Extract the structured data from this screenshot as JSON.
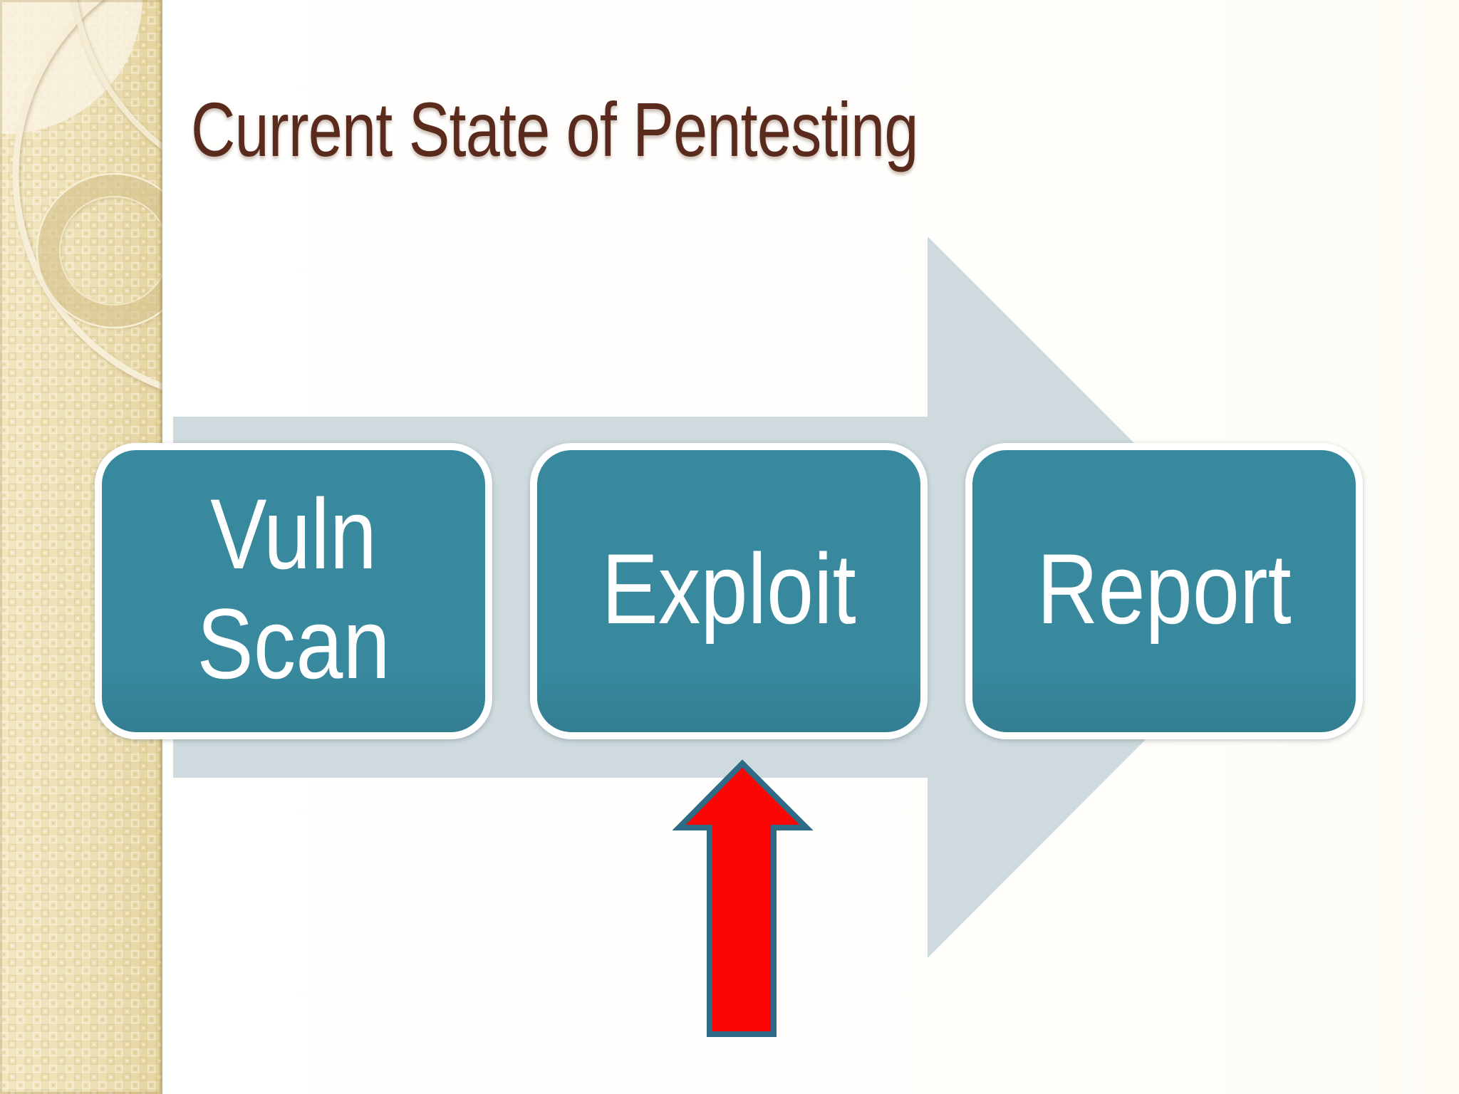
{
  "slide": {
    "title": "Current State of Pentesting",
    "process": {
      "type": "horizontal-arrow-flow",
      "steps": [
        {
          "label": "Vuln Scan"
        },
        {
          "label": "Exploit"
        },
        {
          "label": "Report"
        }
      ]
    },
    "highlight": {
      "shape": "red-up-arrow",
      "points_to": "Exploit"
    },
    "colors": {
      "title_text": "#5a2b1c",
      "step_fill": "#38899e",
      "step_border": "#ffffff",
      "flow_arrow_fill": "#cedadd",
      "red_arrow_fill": "#fb0505",
      "red_arrow_border": "#2d6b86",
      "sidebar_base": "#ecdfb4",
      "background": "#ffffff"
    }
  }
}
